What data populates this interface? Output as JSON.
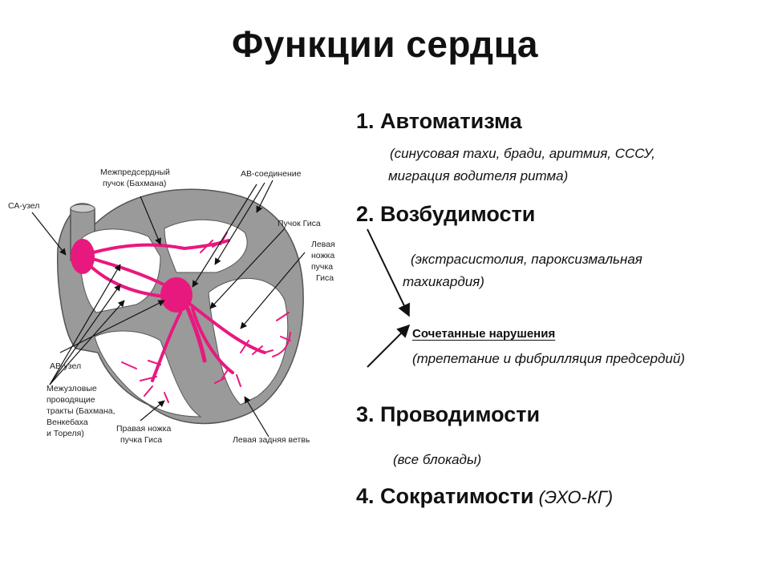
{
  "title": "Функции сердца",
  "functions": [
    {
      "heading": "1. Автоматизма",
      "note_lines": [
        "(синусовая тахи, бради, аритмия, СССУ,",
        "миграция водителя ритма)"
      ]
    },
    {
      "heading": "2. Возбудимости",
      "note_lines": [
        "(экстрасистолия, пароксизмальная",
        "тахикардия)"
      ],
      "combined_label": "Сочетанные нарушения ",
      "combined_note": "(трепетание и фибрилляция предсердий)"
    },
    {
      "heading": "3. Проводимости",
      "note": "(все блокады)"
    },
    {
      "heading": "4. Сократимости",
      "suffix": " (ЭХО-КГ)"
    }
  ],
  "diagram_labels": {
    "interatrial_1": "Межпредсердный",
    "interatrial_2": "пучок (Бахмана)",
    "av_junction": "АВ-соединение",
    "sa_node": "СА-узел",
    "his_bundle": "Пучок Гиса",
    "left_branch_1": "Левая",
    "left_branch_2": "ножка",
    "left_branch_3": "пучка",
    "left_branch_4": "Гиса",
    "av_node": "АВ-узел",
    "internodal_1": "Межузловые",
    "internodal_2": "проводящие",
    "internodal_3": "тракты (Бахмана,",
    "internodal_4": "Венкебаха",
    "internodal_5": "и Тореля)",
    "right_branch_1": "Правая ножка",
    "right_branch_2": "пучка Гиса",
    "left_posterior": "Левая задняя ветвь"
  },
  "colors": {
    "conduction": "#e8197e",
    "tissue": "#9a9a9a",
    "cavity": "#ffffff",
    "arrow": "#111111"
  }
}
